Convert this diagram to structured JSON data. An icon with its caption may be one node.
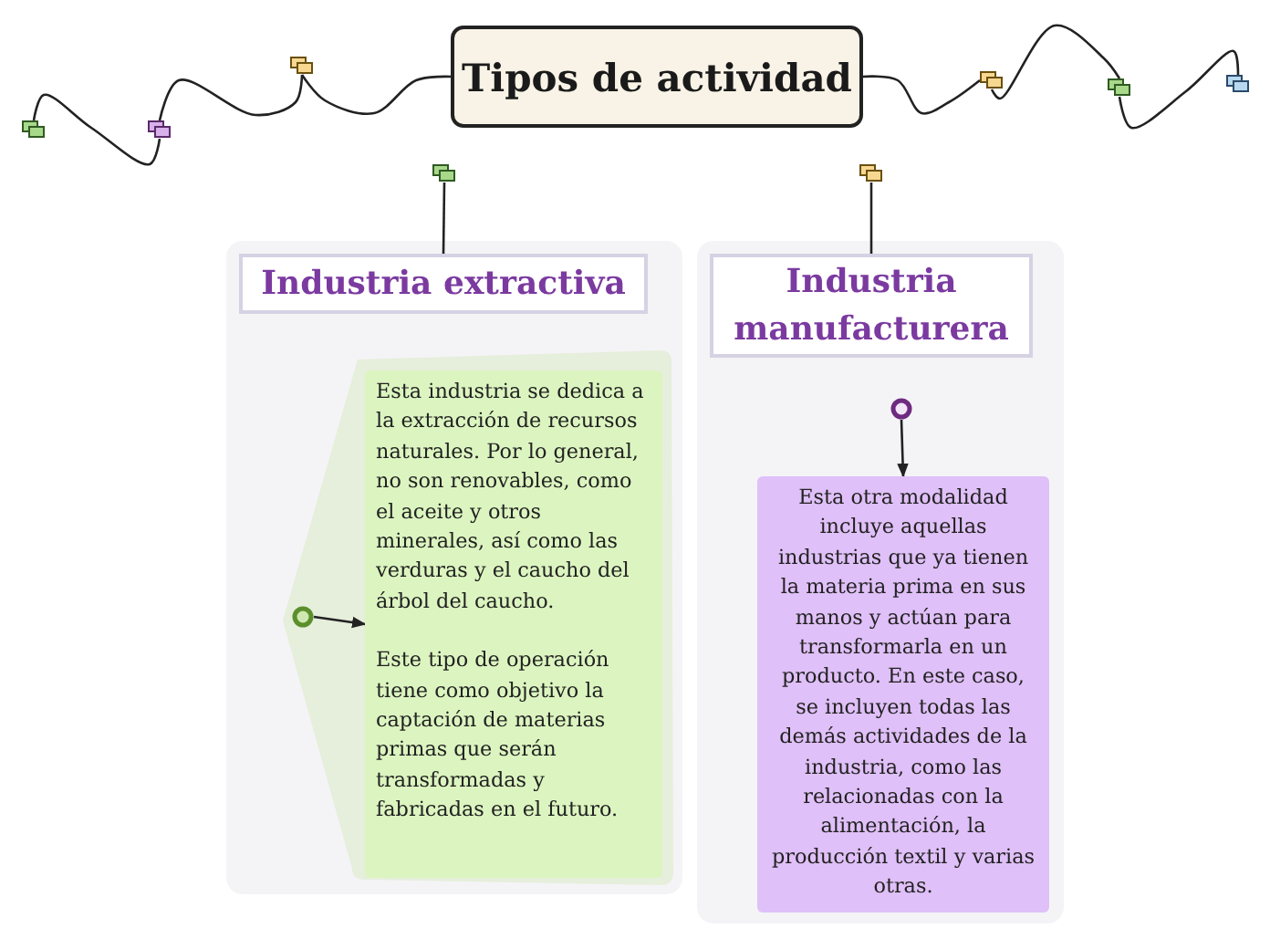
{
  "diagram": {
    "nodes": [
      {
        "text": [
          "Tipos de actividad"
        ]
      },
      {
        "text": [],
        "shape": "box"
      },
      {
        "text": [],
        "shape": "box"
      },
      {
        "text": [],
        "shape": "box"
      },
      {
        "text": [],
        "shape": "box"
      },
      {
        "text": [],
        "shape": "box"
      },
      {
        "text": [],
        "shape": "box"
      },
      {
        "text": [],
        "shape": "box"
      },
      {
        "text": [],
        "shape": "box"
      },
      {
        "text": [
          "Industria extractiva"
        ]
      },
      {
        "text": [],
        "shape": "circle"
      },
      {
        "text": [
          "Esta industria se dedica a la extracción de recursos naturales. Por lo general, no son renovables, como el aceite y otros minerales, así como las verduras y el caucho del árbol del caucho.",
          "Este tipo de operación tiene como objetivo la captación de materias primas que serán transformadas y fabricadas en el futuro."
        ]
      },
      {
        "text": [
          "Industria manufacturera"
        ]
      },
      {
        "text": [],
        "shape": "circle"
      },
      {
        "text": [
          "Esta otra modalidad incluye aquellas industrias que ya tienen la materia prima en sus manos y actúan para transformarla en un producto. En este caso, se incluyen todas las demás actividades de la industria, como las relacionadas con la alimentación, la producción textil y varias otras."
        ]
      }
    ],
    "edges": [
      {
        "from": 0,
        "to": 3,
        "arrow": "none"
      },
      {
        "from": 3,
        "to": 2,
        "arrow": "none"
      },
      {
        "from": 2,
        "to": 1,
        "arrow": "none"
      },
      {
        "from": 0,
        "to": 4,
        "arrow": "none"
      },
      {
        "from": 4,
        "to": 5,
        "arrow": "none"
      },
      {
        "from": 5,
        "to": 6,
        "arrow": "none"
      },
      {
        "from": 7,
        "to": 9,
        "arrow": "none"
      },
      {
        "from": 8,
        "to": 12,
        "arrow": "none"
      },
      {
        "from": 10,
        "to": 11,
        "arrow": "to"
      },
      {
        "from": 13,
        "to": 14,
        "arrow": "to"
      }
    ]
  }
}
